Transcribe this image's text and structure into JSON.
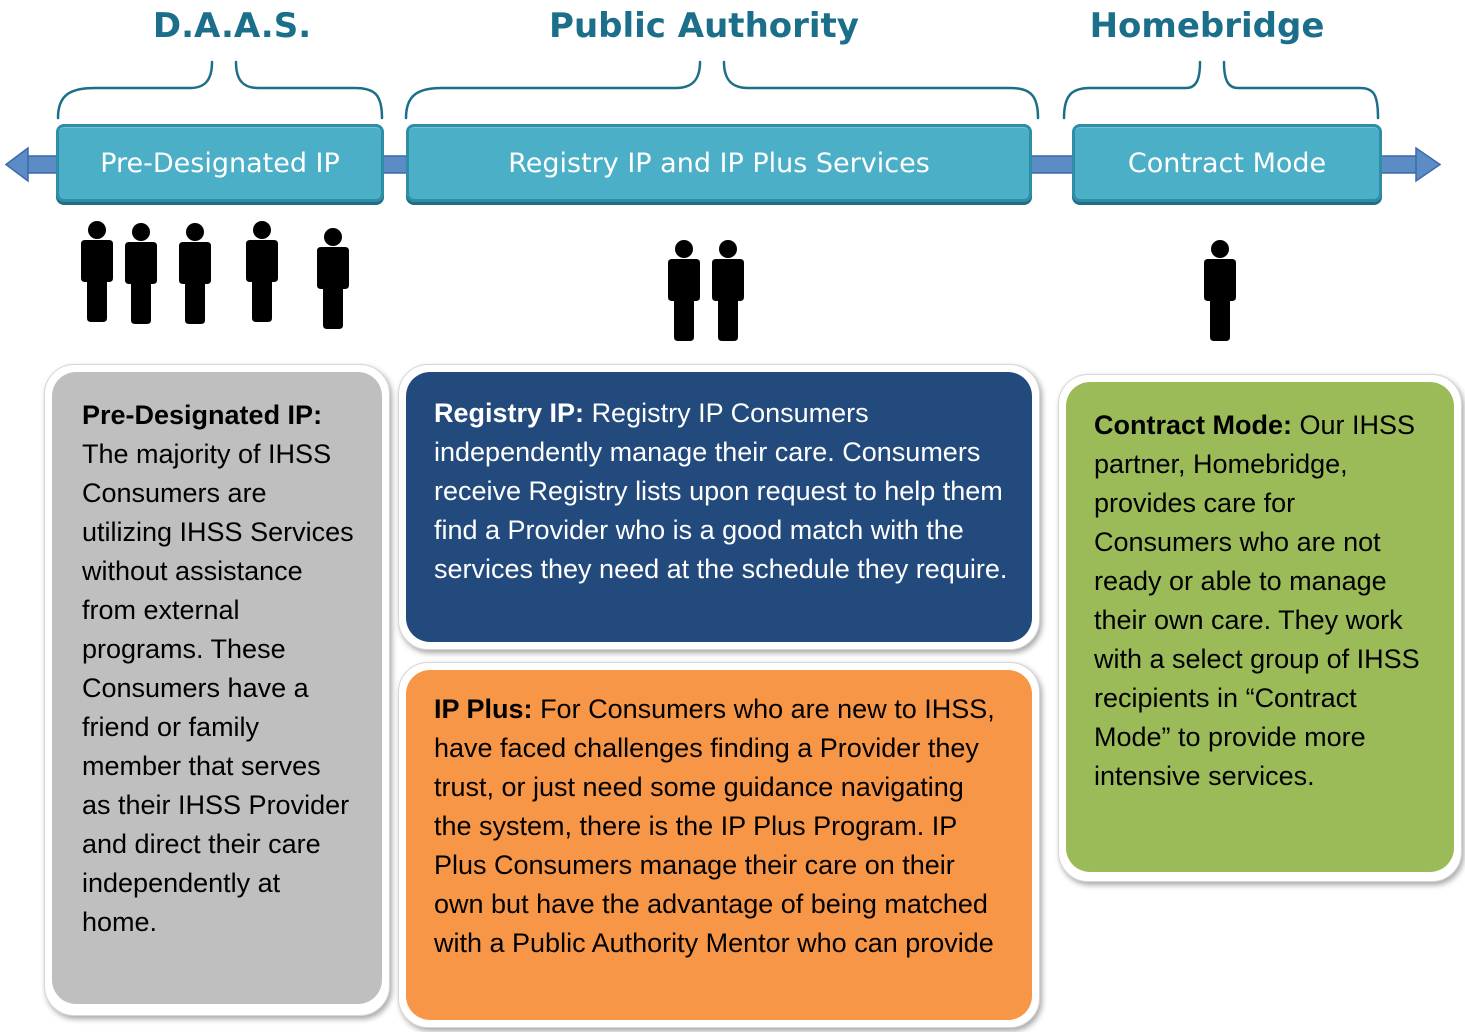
{
  "headers": {
    "daas": "D.A.A.S.",
    "public_authority": "Public Authority",
    "homebridge": "Homebridge"
  },
  "timeline": {
    "boxes": [
      {
        "label": "Pre-Designated IP"
      },
      {
        "label": "Registry IP and IP Plus Services"
      },
      {
        "label": "Contract Mode"
      }
    ]
  },
  "people_counts": {
    "pre_designated": 5,
    "registry": 2,
    "contract": 1
  },
  "cards": {
    "pre_designated": {
      "title": "Pre-Designated IP:",
      "body": "The majority of IHSS Consumers are utilizing IHSS Services without assistance from external programs. These Consumers have a friend or family member that serves as their IHSS Provider and direct their care independently at home."
    },
    "registry": {
      "title": "Registry IP:",
      "body": "Registry IP Consumers independently manage their care. Consumers receive Registry lists upon request to help them find a Provider who is a good match with the services they need at the schedule they require."
    },
    "ip_plus": {
      "title": "IP Plus:",
      "body": "For Consumers who are new to IHSS, have faced challenges finding a Provider they trust, or just need some guidance navigating the system, there is the IP Plus Program. IP Plus Consumers manage their care on their own but have the advantage of being matched with a Public Authority Mentor who can provide"
    },
    "contract": {
      "title": "Contract Mode:",
      "body": "Our IHSS partner, Homebridge, provides care for Consumers who are not ready or able to manage their own care. They work with a select group of IHSS recipients in “Contract Mode” to provide more intensive services."
    }
  },
  "colors": {
    "title_teal": "#1b6f8a",
    "box_teal": "#4aafc7",
    "arrow_blue": "#5b8cc6",
    "card_gray": "#bfbfbf",
    "card_navy": "#234a7c",
    "card_orange": "#f79646",
    "card_green": "#9bbb59"
  }
}
